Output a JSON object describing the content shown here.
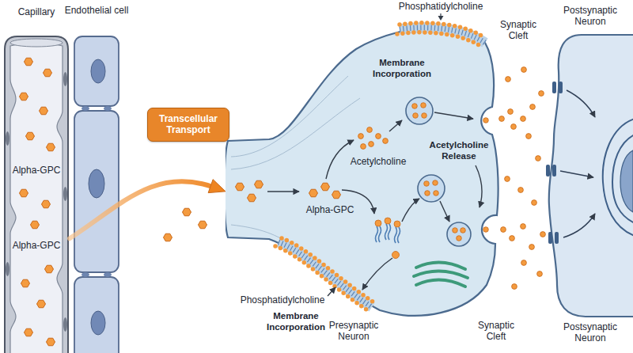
{
  "diagram": {
    "nodes": [
      {
        "text": [
          "Capillary",
          "Alpha-GPC",
          "Alpha-GPC"
        ]
      },
      {
        "text": [
          "Endothelial cell"
        ]
      },
      {
        "text": [
          "Transcellular Transport"
        ]
      },
      {
        "text": [
          "Presynaptic Neuron"
        ]
      },
      {
        "text": [
          "Postsynaptic Neuron",
          "Postsynaptic Neuron"
        ]
      }
    ],
    "edges": [
      {
        "from": 0,
        "to": 3,
        "arrow": "to"
      }
    ],
    "labels": [
      "Phosphatidylcholine",
      "Membrane Incorporation",
      "Acetylcholine",
      "Alpha-GPC",
      "Acetylcholine Release",
      "Phosphatidylcholine",
      "Membrane Incorporation",
      "Synaptic Cleft",
      "Synaptic Cleft"
    ]
  }
}
